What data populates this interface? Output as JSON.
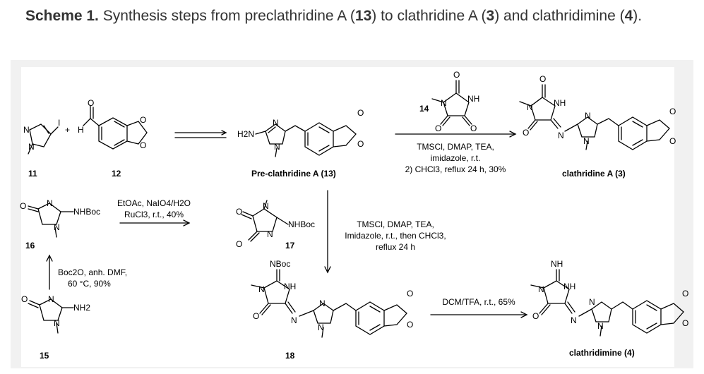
{
  "caption": {
    "prefix": "Scheme 1.",
    "t1": " Synthesis steps from preclathridine A (",
    "n1": "13",
    "t2": ") to clathridine A (",
    "n2": "3",
    "t3": ")  and clathridimine (",
    "n3": "4",
    "t4": ")."
  },
  "compounds": {
    "c11": "11",
    "c12": "12",
    "c13": "Pre-clathridine A (13)",
    "c14": "14",
    "c3": "clathridine A (3)",
    "c16": "16",
    "c15": "15",
    "c17": "17",
    "c18": "18",
    "c4": "clathridimine (4)"
  },
  "conditions": {
    "r1_line1": "TMSCl, DMAP, TEA,",
    "r1_line2": "imidazole, r.t.",
    "r1_line3": "2) CHCl3, reflux 24 h, 30%",
    "r2_line1": "EtOAc, NaIO4/H2O",
    "r2_line2": "RuCl3, r.t., 40%",
    "r3_line1": "TMSCl, DMAP, TEA,",
    "r3_line2": "Imidazole, r.t., then CHCl3,",
    "r3_line3": "reflux 24 h",
    "r4_line1": "Boc2O, anh. DMF,",
    "r4_line2": "60 °C, 90%",
    "r5_line1": "DCM/TFA, r.t., 65%"
  },
  "atoms": {
    "N": "N",
    "NH": "NH",
    "O": "O",
    "I": "I",
    "H": "H",
    "plus": "+",
    "H2N": "H2N",
    "NHBoc": "NHBoc",
    "NBoc": "NBoc",
    "NH2": "NH2"
  }
}
